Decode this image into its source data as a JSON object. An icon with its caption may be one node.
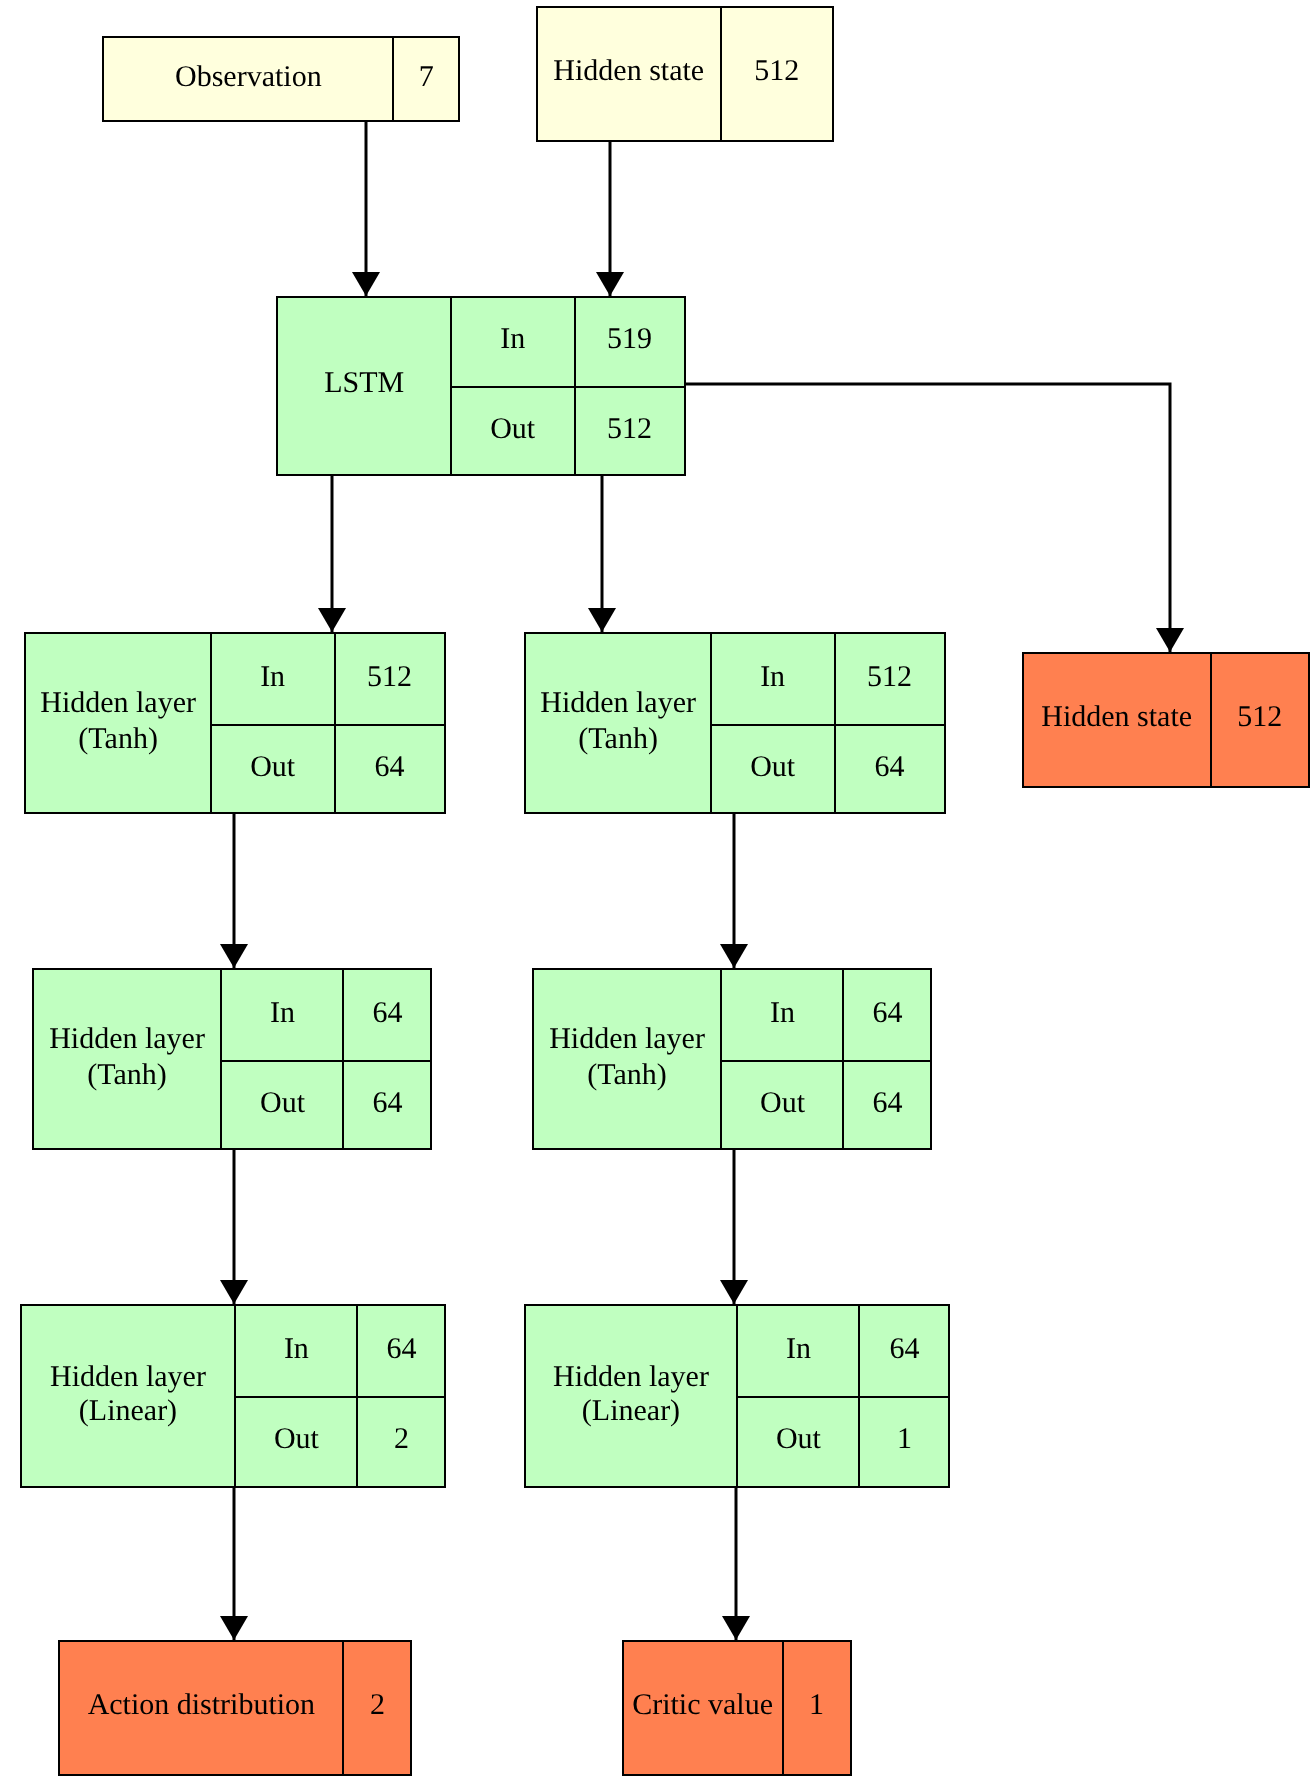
{
  "diagram": {
    "nodes": [
      {
        "text": [
          "Observation",
          "7"
        ]
      },
      {
        "text": [
          "Hidden state",
          "512"
        ]
      },
      {
        "text": [
          "LSTM",
          "In",
          "519",
          "Out",
          "512"
        ]
      },
      {
        "text": [
          "Hidden layer (Tanh)",
          "In",
          "512",
          "Out",
          "64"
        ]
      },
      {
        "text": [
          "Hidden layer (Tanh)",
          "In",
          "512",
          "Out",
          "64"
        ]
      },
      {
        "text": [
          "Hidden state",
          "512"
        ]
      },
      {
        "text": [
          "Hidden layer (Tanh)",
          "In",
          "64",
          "Out",
          "64"
        ]
      },
      {
        "text": [
          "Hidden layer (Tanh)",
          "In",
          "64",
          "Out",
          "64"
        ]
      },
      {
        "text": [
          "Hidden layer (Linear)",
          "In",
          "64",
          "Out",
          "2"
        ]
      },
      {
        "text": [
          "Hidden layer (Linear)",
          "In",
          "64",
          "Out",
          "1"
        ]
      },
      {
        "text": [
          "Action distribution",
          "2"
        ]
      },
      {
        "text": [
          "Critic value",
          "1"
        ]
      }
    ],
    "edges": [
      {
        "from": 0,
        "to": 2,
        "arrow": "to"
      },
      {
        "from": 1,
        "to": 2,
        "arrow": "to"
      },
      {
        "from": 2,
        "to": 3,
        "arrow": "to"
      },
      {
        "from": 2,
        "to": 4,
        "arrow": "to"
      },
      {
        "from": 2,
        "to": 5,
        "arrow": "to"
      },
      {
        "from": 3,
        "to": 6,
        "arrow": "to"
      },
      {
        "from": 4,
        "to": 7,
        "arrow": "to"
      },
      {
        "from": 6,
        "to": 8,
        "arrow": "to"
      },
      {
        "from": 7,
        "to": 9,
        "arrow": "to"
      },
      {
        "from": 8,
        "to": 10,
        "arrow": "to"
      },
      {
        "from": 9,
        "to": 11,
        "arrow": "to"
      }
    ]
  }
}
